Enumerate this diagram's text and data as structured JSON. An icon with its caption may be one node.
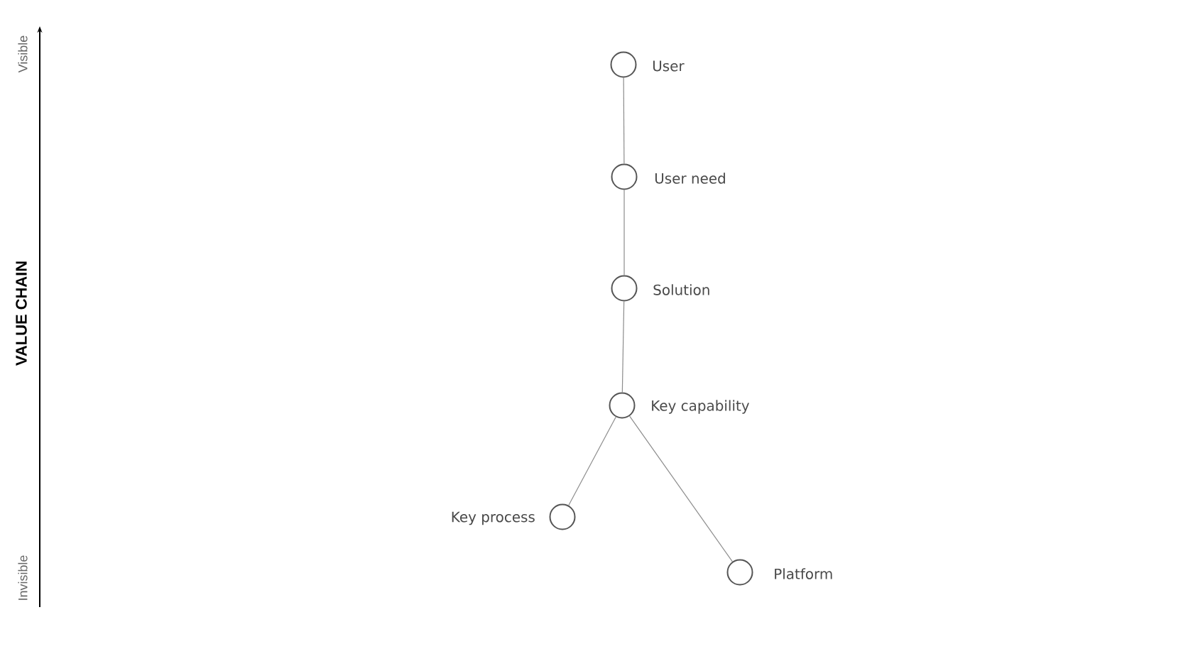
{
  "diagram": {
    "nodes": [
      {
        "text": [],
        "shape": "circle",
        "beside": [
          "User"
        ]
      },
      {
        "text": [],
        "shape": "circle",
        "beside": [
          "User need"
        ]
      },
      {
        "text": [],
        "shape": "circle",
        "beside": [
          "Solution"
        ]
      },
      {
        "text": [],
        "shape": "circle",
        "beside": [
          "Key capability"
        ]
      },
      {
        "text": [],
        "shape": "circle",
        "beside": [
          "Key process"
        ]
      },
      {
        "text": [],
        "shape": "circle",
        "beside": [
          "Platform"
        ]
      }
    ],
    "edges": [
      {
        "from": 0,
        "to": 1,
        "arrow": "none"
      },
      {
        "from": 1,
        "to": 2,
        "arrow": "none"
      },
      {
        "from": 2,
        "to": 3,
        "arrow": "none"
      },
      {
        "from": 3,
        "to": 4,
        "arrow": "none"
      },
      {
        "from": 3,
        "to": 5,
        "arrow": "none"
      }
    ],
    "labels": [
      "Visible",
      "VALUE CHAIN",
      "Invisible"
    ]
  }
}
